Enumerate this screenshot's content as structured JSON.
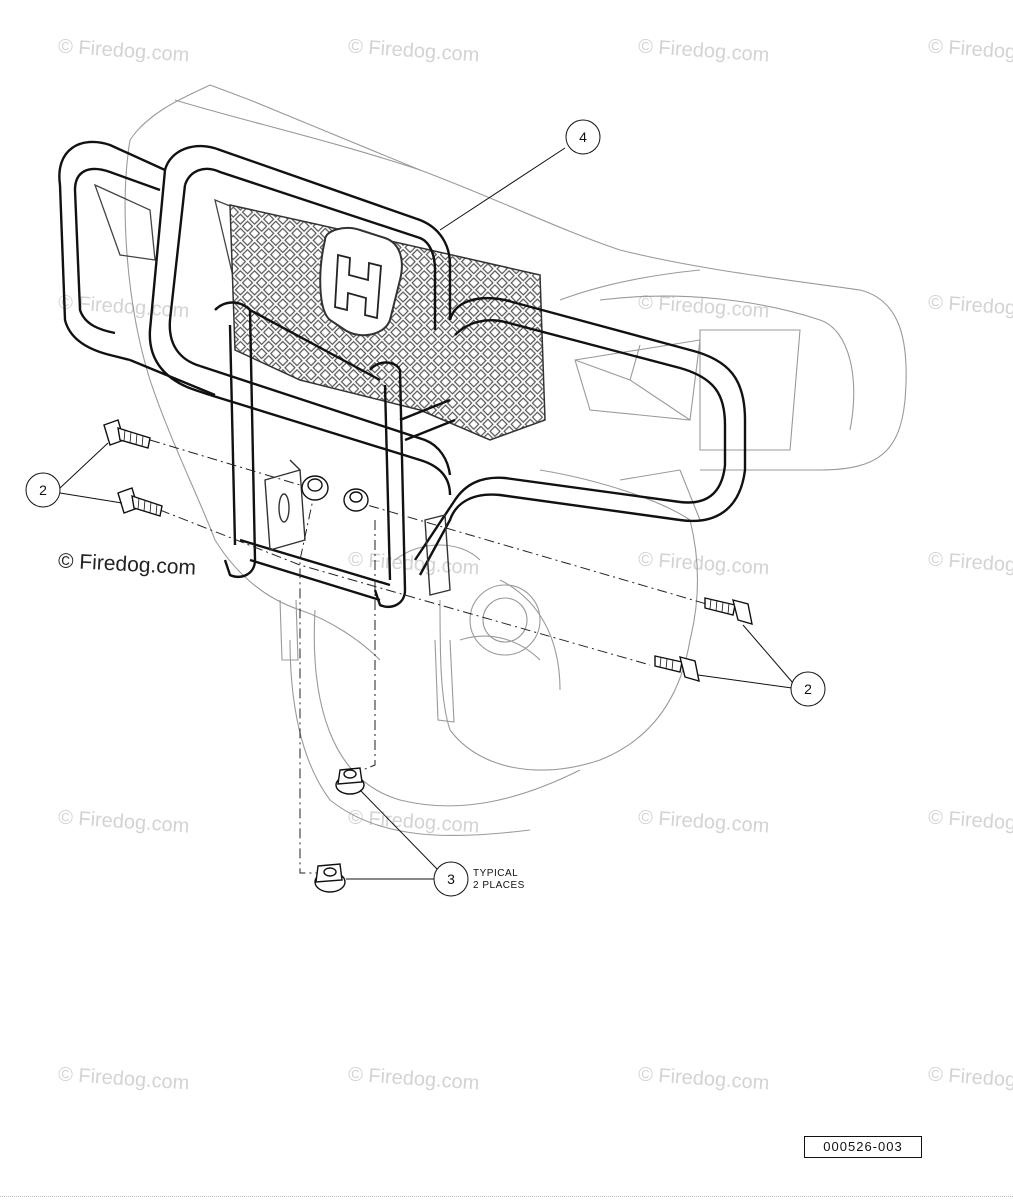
{
  "watermark": {
    "text": "© Firedog.com"
  },
  "primary_watermark": "© Firedog.com",
  "callouts": {
    "frame_label": "4",
    "bolt_upper_label": "2",
    "bolt_lower_label": "2",
    "nut_label": "3"
  },
  "note": {
    "line1": "TYPICAL",
    "line2": "2 PLACES"
  },
  "figure_id": "000526-003"
}
